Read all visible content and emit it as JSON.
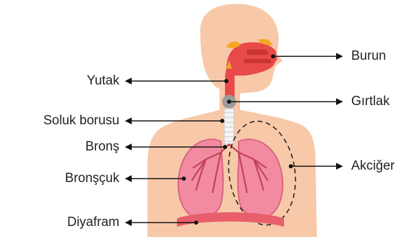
{
  "labels": {
    "burun": "Burun",
    "yutak": "Yutak",
    "girtlak": "Gırtlak",
    "soluk_borusu": "Soluk borusu",
    "brons": "Bronş",
    "akciger": "Akciğer",
    "bronscuk": "Bronşçuk",
    "diyafram": "Diyafram"
  },
  "colors": {
    "skin": "#f7c9a8",
    "nasal": "#e84a4a",
    "nasal_dark": "#c93434",
    "cartilage": "#f5a623",
    "larynx": "#9b9b9b",
    "trachea": "#f4f4f4",
    "lung": "#f28ba2",
    "lung_outline": "#d9647e",
    "bronchi": "#c2405a",
    "diaphragm": "#e85f6b",
    "arrow": "#111111"
  }
}
